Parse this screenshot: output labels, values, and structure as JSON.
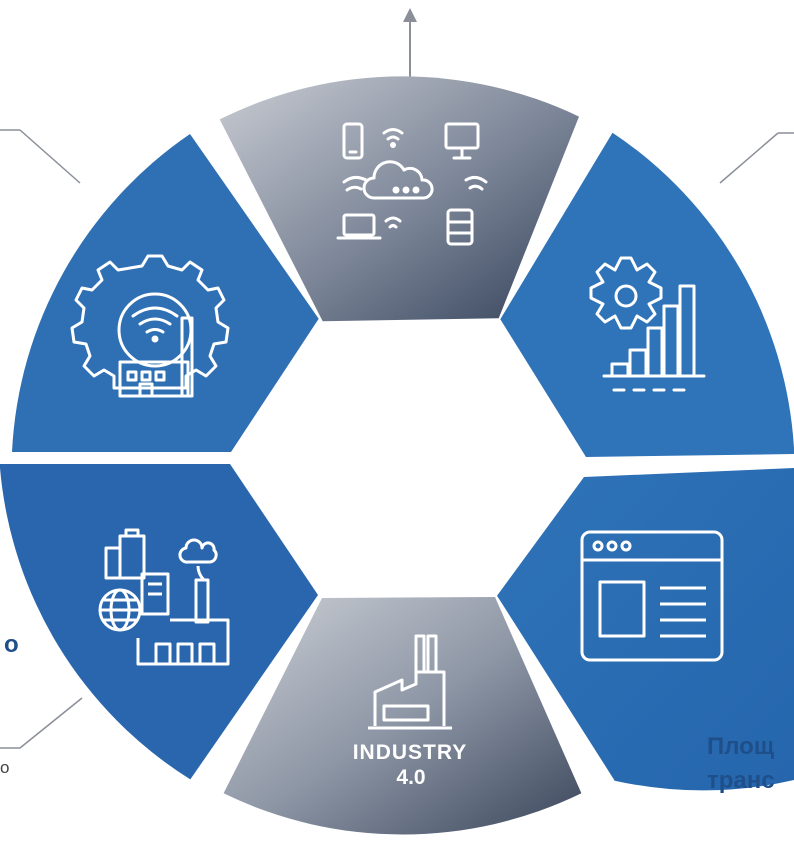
{
  "diagram": {
    "center_badge": {
      "line1": "INDUSTRY",
      "line2": "4.0"
    },
    "segments": [
      {
        "id": "top",
        "icon": "cloud-network-devices-icon"
      },
      {
        "id": "upper-right",
        "icon": "gear-growth-chart-icon"
      },
      {
        "id": "lower-right",
        "icon": "browser-window-icon"
      },
      {
        "id": "bottom",
        "icon": "industry-4-0-factory-icon"
      },
      {
        "id": "lower-left",
        "icon": "global-factory-city-icon"
      },
      {
        "id": "upper-left",
        "icon": "smart-factory-gear-wifi-icon"
      }
    ],
    "callouts": {
      "left_partial_title": "о",
      "left_partial_sub": "о",
      "right_partial_title_line1": "Площ",
      "right_partial_title_line2": "транс"
    },
    "colors": {
      "blue": "#2d6fb5",
      "blue_light": "#3a82c7",
      "gray_light": "#c7cad1",
      "gray_dark": "#3d4a5e",
      "connector": "#8a8f98"
    }
  }
}
